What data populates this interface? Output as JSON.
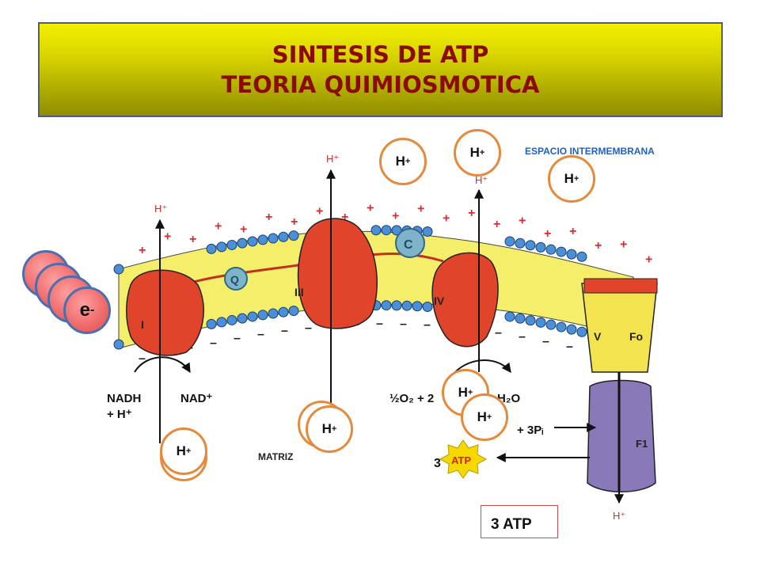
{
  "title": {
    "line1": "SINTESIS DE ATP",
    "line2": "TEORIA QUIMIOSMOTICA"
  },
  "labels": {
    "intermembrane": "ESPACIO INTERMEMBRANA",
    "matrix": "MATRIZ",
    "atp_result": "3 ATP",
    "proton": "H",
    "proton_charge": "+",
    "electron": "e",
    "electron_charge": "-"
  },
  "figure": {
    "complexes": [
      "I",
      "III",
      "IV",
      "V"
    ],
    "carriers": [
      "Q",
      "C"
    ],
    "fo_label": "Fo",
    "f1_label": "F1",
    "nadh": "NADH",
    "nad": "NAD⁺",
    "plus_h": "+ H⁺",
    "oxygen": "½O₂ + 2",
    "water": "H₂O",
    "phosphate": "+ 3Pᵢ",
    "atp_count": "3",
    "atp": "ATP",
    "h_arrow": "H⁺"
  },
  "colors": {
    "title_text": "#8b0a0a",
    "banner": "#e6e200",
    "bubble_border": "#e58a3c",
    "electron_fill": "#f06d6d",
    "electron_border": "#4a6fb0",
    "complex_red": "#e0452b",
    "membrane_yellow": "#f5ee6a",
    "lipid_head": "#4b8fd6",
    "fo_yellow": "#f2e34f",
    "f1_purple": "#8a79b8",
    "plus_red": "#e3262c",
    "label_blue": "#1f5fc7"
  }
}
